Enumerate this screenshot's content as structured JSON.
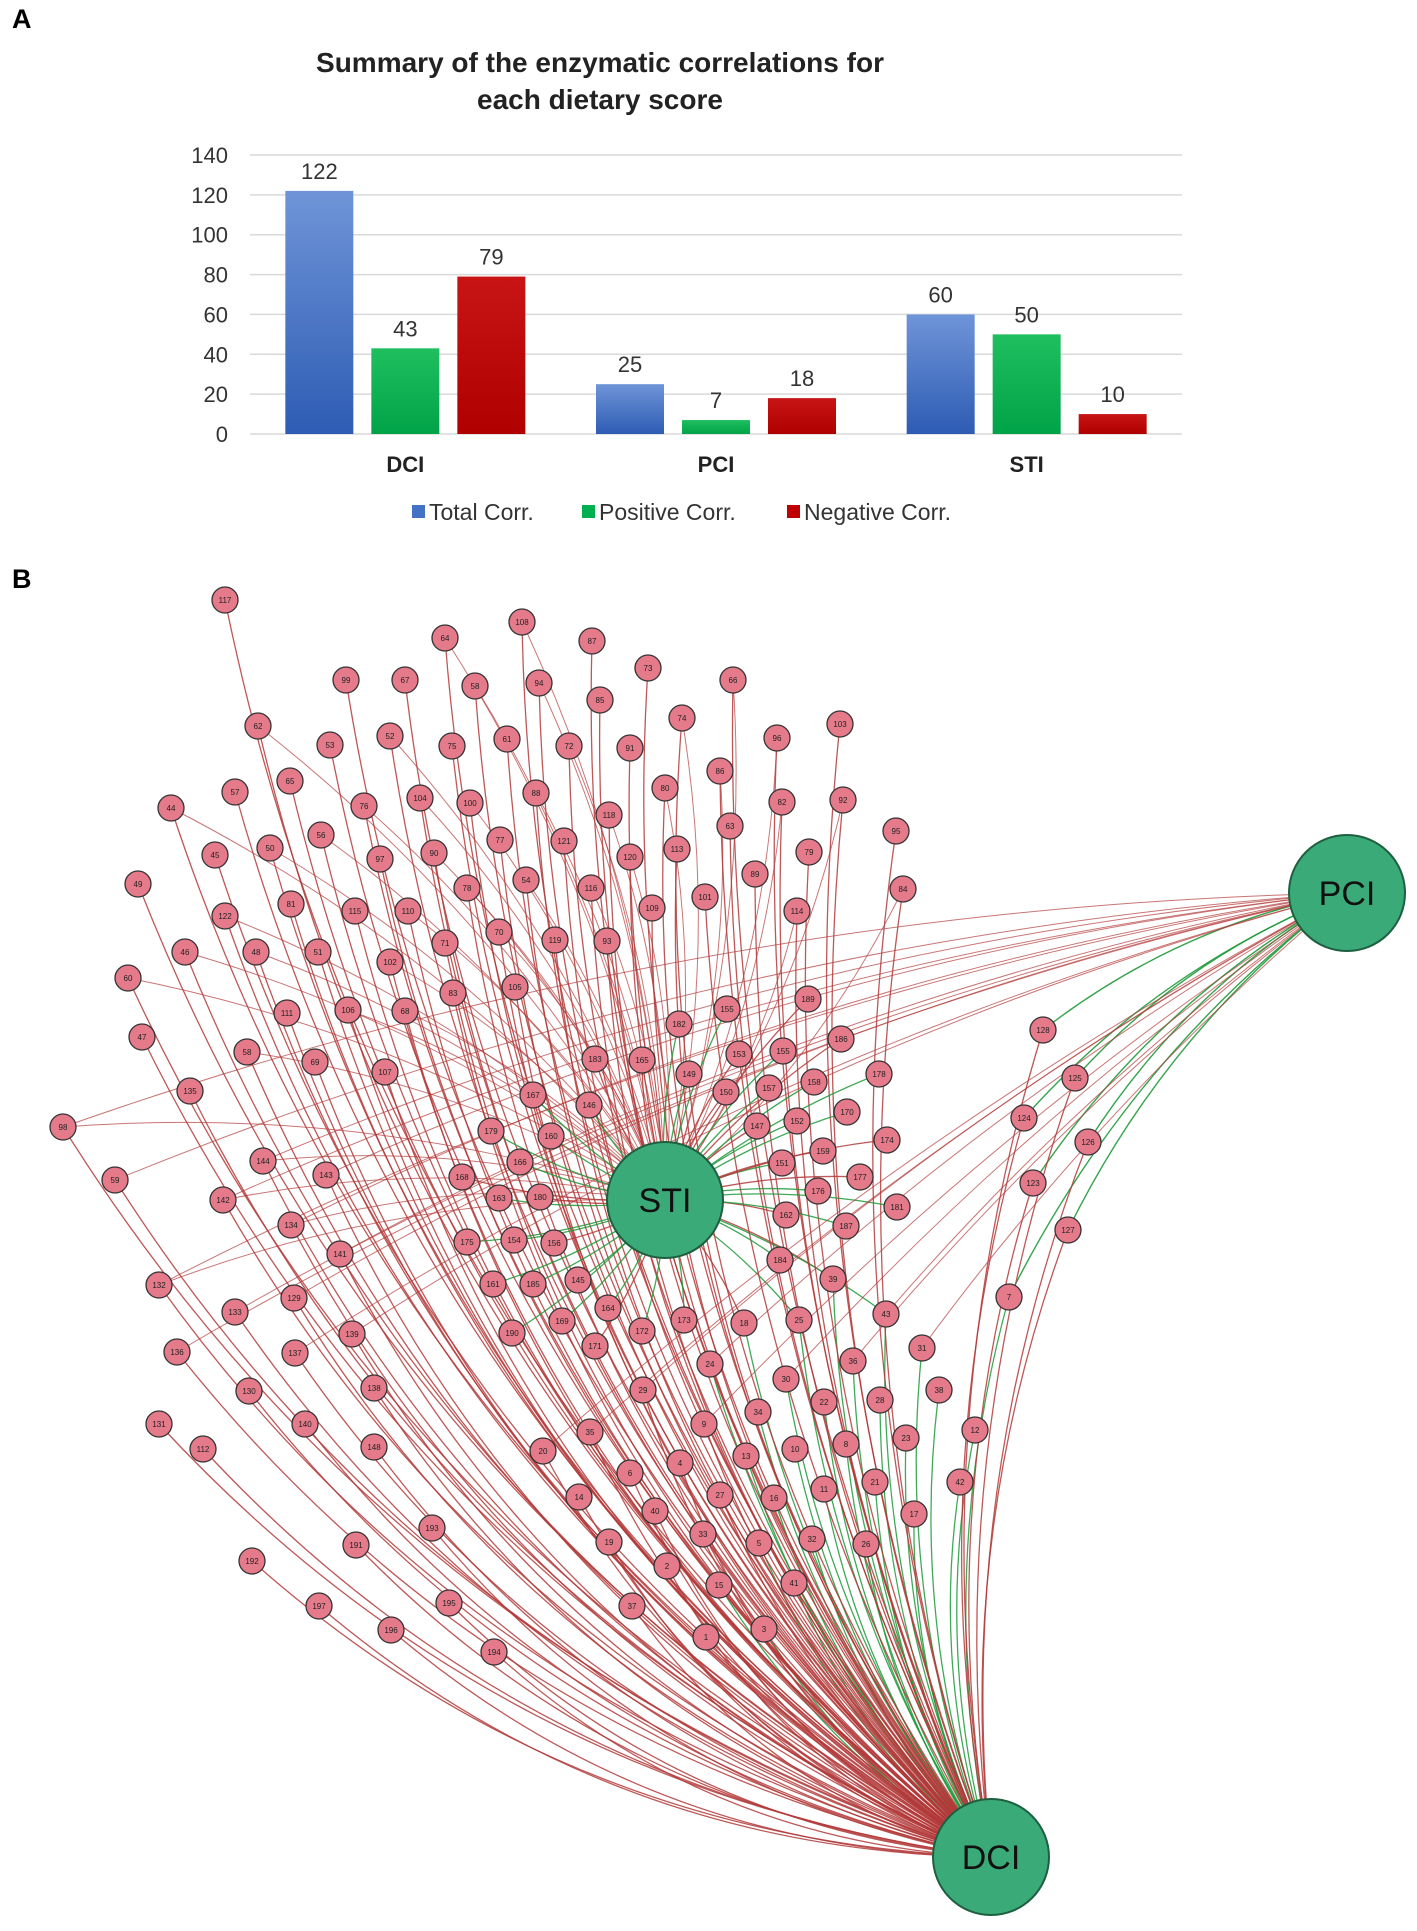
{
  "panels": {
    "a": "A",
    "b": "B"
  },
  "chart_data": [
    {
      "type": "bar",
      "title_line1": "Summary of the enzymatic correlations for",
      "title_line2": "each dietary score",
      "categories": [
        "DCI",
        "PCI",
        "STI"
      ],
      "series": [
        {
          "name": "Total Corr.",
          "values": [
            122,
            25,
            60
          ],
          "color": "#4472c4"
        },
        {
          "name": "Positive Corr.",
          "values": [
            43,
            7,
            50
          ],
          "color": "#00b050"
        },
        {
          "name": "Negative Corr.",
          "values": [
            79,
            18,
            10
          ],
          "color": "#c00000"
        }
      ],
      "data_labels": [
        [
          "122",
          "43",
          "79"
        ],
        [
          "25",
          "7",
          "18"
        ],
        [
          "60",
          "50",
          "10"
        ]
      ],
      "yticks": [
        "0",
        "20",
        "40",
        "60",
        "80",
        "100",
        "120",
        "140"
      ],
      "ylim": [
        0,
        140
      ],
      "grid": true,
      "legend_position": "bottom"
    },
    {
      "type": "network",
      "hubs": [
        {
          "id": "STI",
          "label": "STI"
        },
        {
          "id": "PCI",
          "label": "PCI"
        },
        {
          "id": "DCI",
          "label": "DCI"
        }
      ],
      "node_labels": [
        "1",
        "2",
        "3",
        "4",
        "5",
        "6",
        "7",
        "8",
        "9",
        "10",
        "11",
        "12",
        "13",
        "14",
        "15",
        "16",
        "17",
        "18",
        "19",
        "20",
        "21",
        "22",
        "23",
        "24",
        "25",
        "26",
        "27",
        "28",
        "29",
        "30",
        "31",
        "32",
        "33",
        "34",
        "35",
        "36",
        "37",
        "38",
        "39",
        "40",
        "41",
        "42",
        "43",
        "44",
        "45",
        "46",
        "47",
        "48",
        "49",
        "50",
        "51",
        "52",
        "53",
        "54",
        "55",
        "56",
        "57",
        "58",
        "59",
        "60",
        "61",
        "62",
        "63",
        "64",
        "65",
        "66",
        "67",
        "68",
        "69",
        "70",
        "71",
        "72",
        "73",
        "74",
        "75",
        "76",
        "77",
        "78",
        "79",
        "80",
        "81",
        "82",
        "83",
        "84",
        "85",
        "86",
        "87",
        "88",
        "89",
        "90",
        "91",
        "92",
        "93",
        "94",
        "95",
        "96",
        "97",
        "98",
        "99",
        "100",
        "101",
        "102",
        "103",
        "104",
        "105",
        "106",
        "107",
        "108",
        "109",
        "110",
        "111",
        "112",
        "113",
        "114",
        "115",
        "116",
        "117",
        "118",
        "119",
        "120",
        "121",
        "122",
        "123",
        "124",
        "125",
        "126",
        "127",
        "128",
        "129",
        "130",
        "131",
        "132",
        "133",
        "134",
        "135",
        "136",
        "137",
        "138",
        "139",
        "140",
        "141",
        "142",
        "143",
        "144",
        "145",
        "146",
        "147",
        "148",
        "149",
        "150",
        "151",
        "152",
        "153",
        "154",
        "155",
        "156",
        "157",
        "158",
        "159",
        "160",
        "161",
        "162",
        "163",
        "164",
        "165",
        "166",
        "167",
        "168",
        "169",
        "170",
        "171",
        "172",
        "173",
        "174",
        "175",
        "176",
        "177",
        "178",
        "179",
        "180",
        "181",
        "182",
        "183",
        "184",
        "185",
        "186",
        "187",
        "188",
        "189",
        "190",
        "191",
        "192",
        "193",
        "194",
        "195",
        "196",
        "197"
      ],
      "edge_colors": {
        "positive": "#1f9a3a",
        "negative": "#b33a3a"
      },
      "node_color": "#e57a8a",
      "hub_color": "#3aaa78"
    }
  ]
}
